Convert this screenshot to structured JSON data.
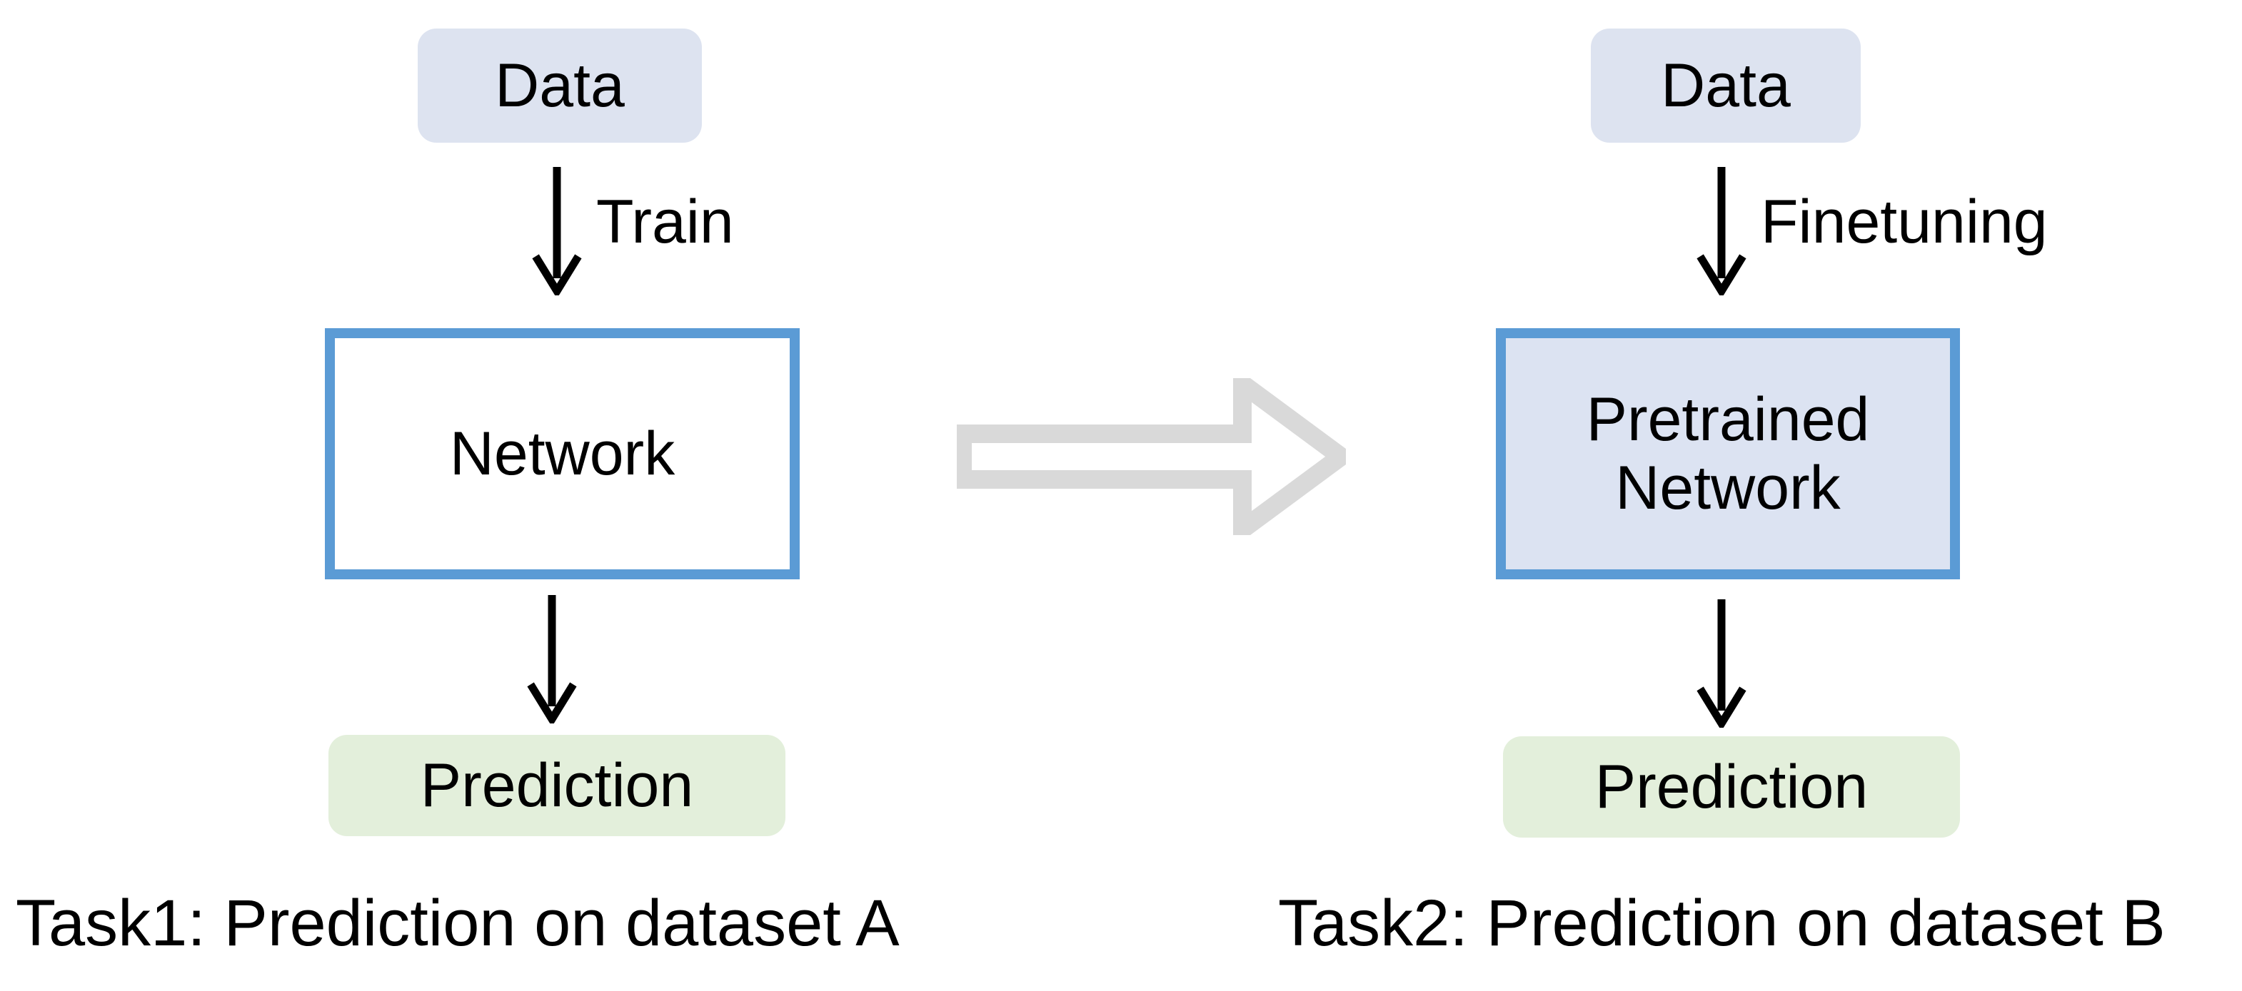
{
  "diagram": {
    "title": "Transfer learning: pretraining then finetuning",
    "background_color": "#ffffff",
    "colors": {
      "data_box_fill": "#dde3f0",
      "prediction_box_fill": "#e3efdb",
      "network_border": "#5b9bd5",
      "pretrained_network_fill": "#dce3f2",
      "network_fill": "#ffffff",
      "transition_arrow": "#d9d9d9",
      "text": "#000000",
      "connector_arrow": "#000000"
    },
    "left_column": {
      "data_box_label": "Data",
      "train_edge_label": "Train",
      "network_box_label": "Network",
      "prediction_box_label": "Prediction",
      "caption": "Task1: Prediction on dataset A"
    },
    "transition": {
      "icon": "right-block-arrow",
      "direction": "left-to-right"
    },
    "right_column": {
      "data_box_label": "Data",
      "finetuning_edge_label": "Finetuning",
      "network_box_label": "Pretrained\nNetwork",
      "prediction_box_label": "Prediction",
      "caption": "Task2: Prediction on dataset B"
    }
  }
}
